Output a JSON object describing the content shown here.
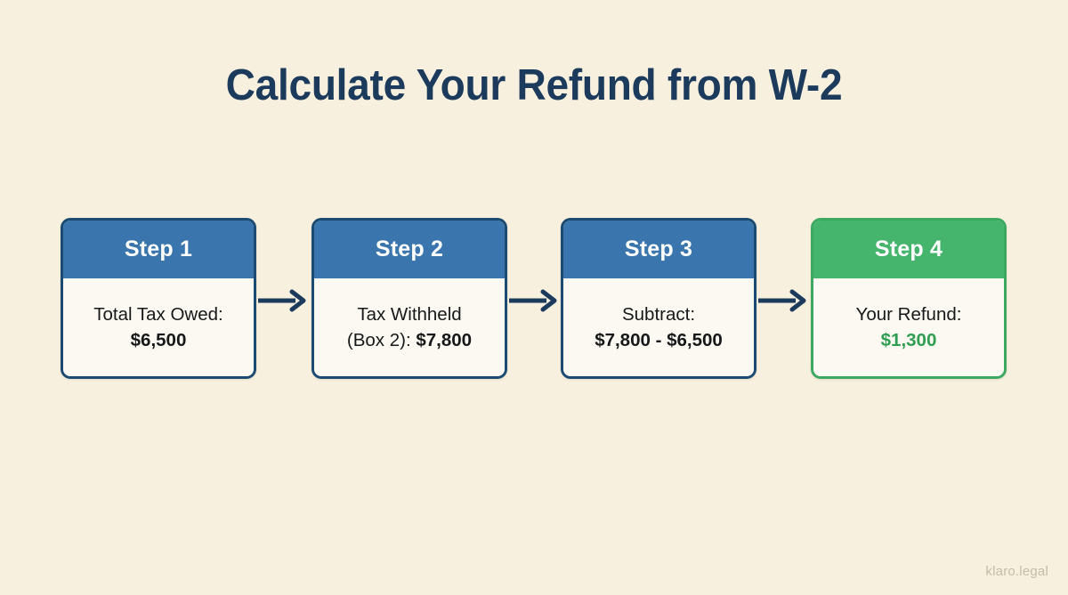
{
  "page": {
    "title": "Calculate Your Refund from W-2",
    "background_color": "#f7f0de",
    "title_color": "#1b3a5c",
    "watermark": "klaro.legal"
  },
  "theme": {
    "blue_header": "#3a76ad",
    "green_header": "#45b46c",
    "blue_border": "#1b4a73",
    "green_border": "#3da861",
    "card_body": "#fbf9f1",
    "arrow_color": "#1b3a5c",
    "refund_value_color": "#2f9e52"
  },
  "flow": {
    "steps": [
      {
        "header": "Step 1",
        "line1": "Total Tax Owed:",
        "line2": "$6,500",
        "accent": "blue"
      },
      {
        "header": "Step 2",
        "line1": "Tax Withheld",
        "line2_prefix": "(Box 2): ",
        "line2_value": "$7,800",
        "accent": "blue"
      },
      {
        "header": "Step 3",
        "line1": "Subtract:",
        "line2": "$7,800 - $6,500",
        "accent": "blue"
      },
      {
        "header": "Step 4",
        "line1": "Your Refund:",
        "line2": "$1,300",
        "accent": "green"
      }
    ],
    "connectors": [
      {
        "name": "arrow-step1-step2"
      },
      {
        "name": "arrow-step2-step3"
      },
      {
        "name": "arrow-step3-step4"
      }
    ]
  }
}
